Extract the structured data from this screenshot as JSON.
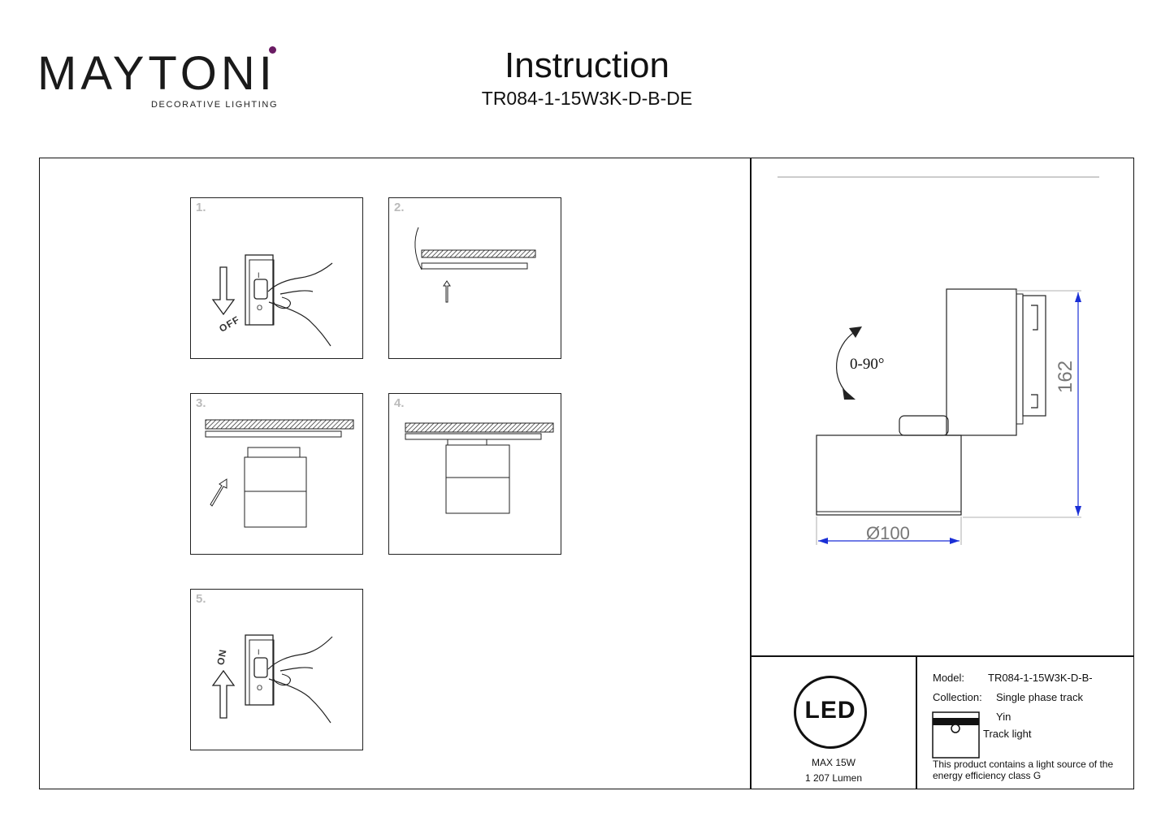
{
  "header": {
    "brand": "MAYTONI",
    "brand_tagline": "DECORATIVE LIGHTING",
    "brand_accent_color": "#6a1b63",
    "title": "Instruction",
    "subtitle": "TR084-1-15W3K-D-B-DE"
  },
  "steps": [
    {
      "number": "1.",
      "label": "OFF",
      "icon": "switch-off-icon"
    },
    {
      "number": "2.",
      "icon": "ceiling-track-icon"
    },
    {
      "number": "3.",
      "icon": "insert-luminaire-icon"
    },
    {
      "number": "4.",
      "icon": "mounted-luminaire-icon"
    },
    {
      "number": "5.",
      "label": "ON",
      "icon": "switch-on-icon"
    }
  ],
  "drawing": {
    "rotation_label": "0-90°",
    "height_label": "162",
    "diameter_label": "Ø100",
    "dimension_color": "#1a2fd6"
  },
  "specs": {
    "led_badge": "LED",
    "max_power": "MAX 15W",
    "lumen": "1 207 Lumen",
    "model_label": "Model:",
    "model_value": "TR084-1-15W3K-D-B-",
    "collection_label": "Collection:",
    "collection_value": "Single phase track",
    "collection_name": "Yin",
    "type": "Track light",
    "energy_line1": "This product contains a light source of the",
    "energy_line2": "energy efficiency class G"
  }
}
